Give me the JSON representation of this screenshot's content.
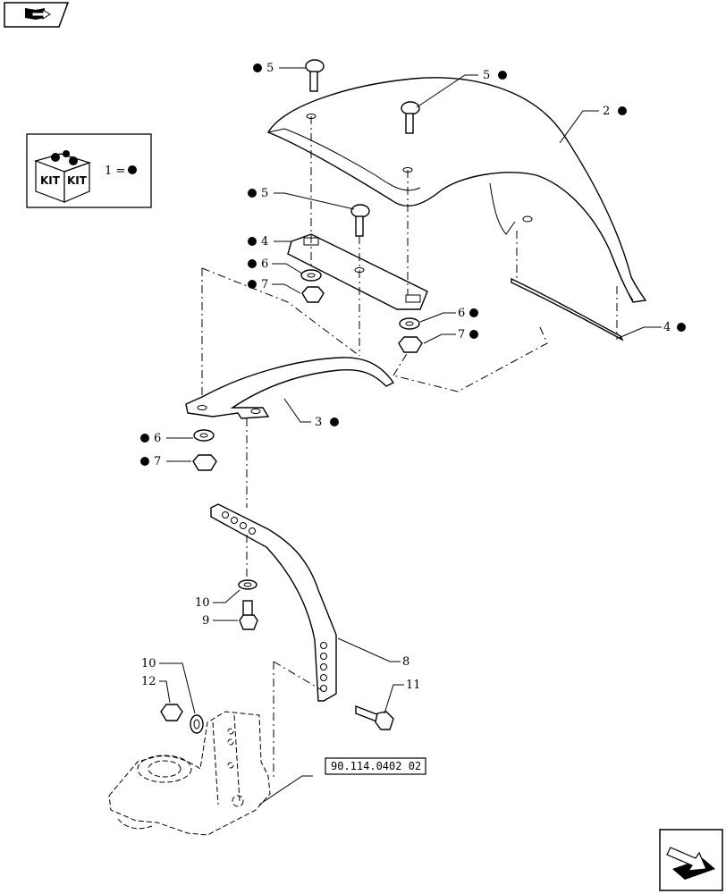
{
  "kit_legend": {
    "text": "KIT",
    "equals": "1 ="
  },
  "reference_code": "90.114.0402 02",
  "callouts": [
    {
      "id": "c-5a",
      "text": "5"
    },
    {
      "id": "c-5b",
      "text": "5"
    },
    {
      "id": "c-2",
      "text": "2"
    },
    {
      "id": "c-5c",
      "text": "5"
    },
    {
      "id": "c-4a",
      "text": "4"
    },
    {
      "id": "c-6a",
      "text": "6"
    },
    {
      "id": "c-7a",
      "text": "7"
    },
    {
      "id": "c-6b",
      "text": "6"
    },
    {
      "id": "c-7b",
      "text": "7"
    },
    {
      "id": "c-4b",
      "text": "4"
    },
    {
      "id": "c-3",
      "text": "3"
    },
    {
      "id": "c-6c",
      "text": "6"
    },
    {
      "id": "c-7c",
      "text": "7"
    },
    {
      "id": "c-10a",
      "text": "10"
    },
    {
      "id": "c-9",
      "text": "9"
    },
    {
      "id": "c-8",
      "text": "8"
    },
    {
      "id": "c-10b",
      "text": "10"
    },
    {
      "id": "c-12",
      "text": "12"
    },
    {
      "id": "c-11",
      "text": "11"
    }
  ]
}
